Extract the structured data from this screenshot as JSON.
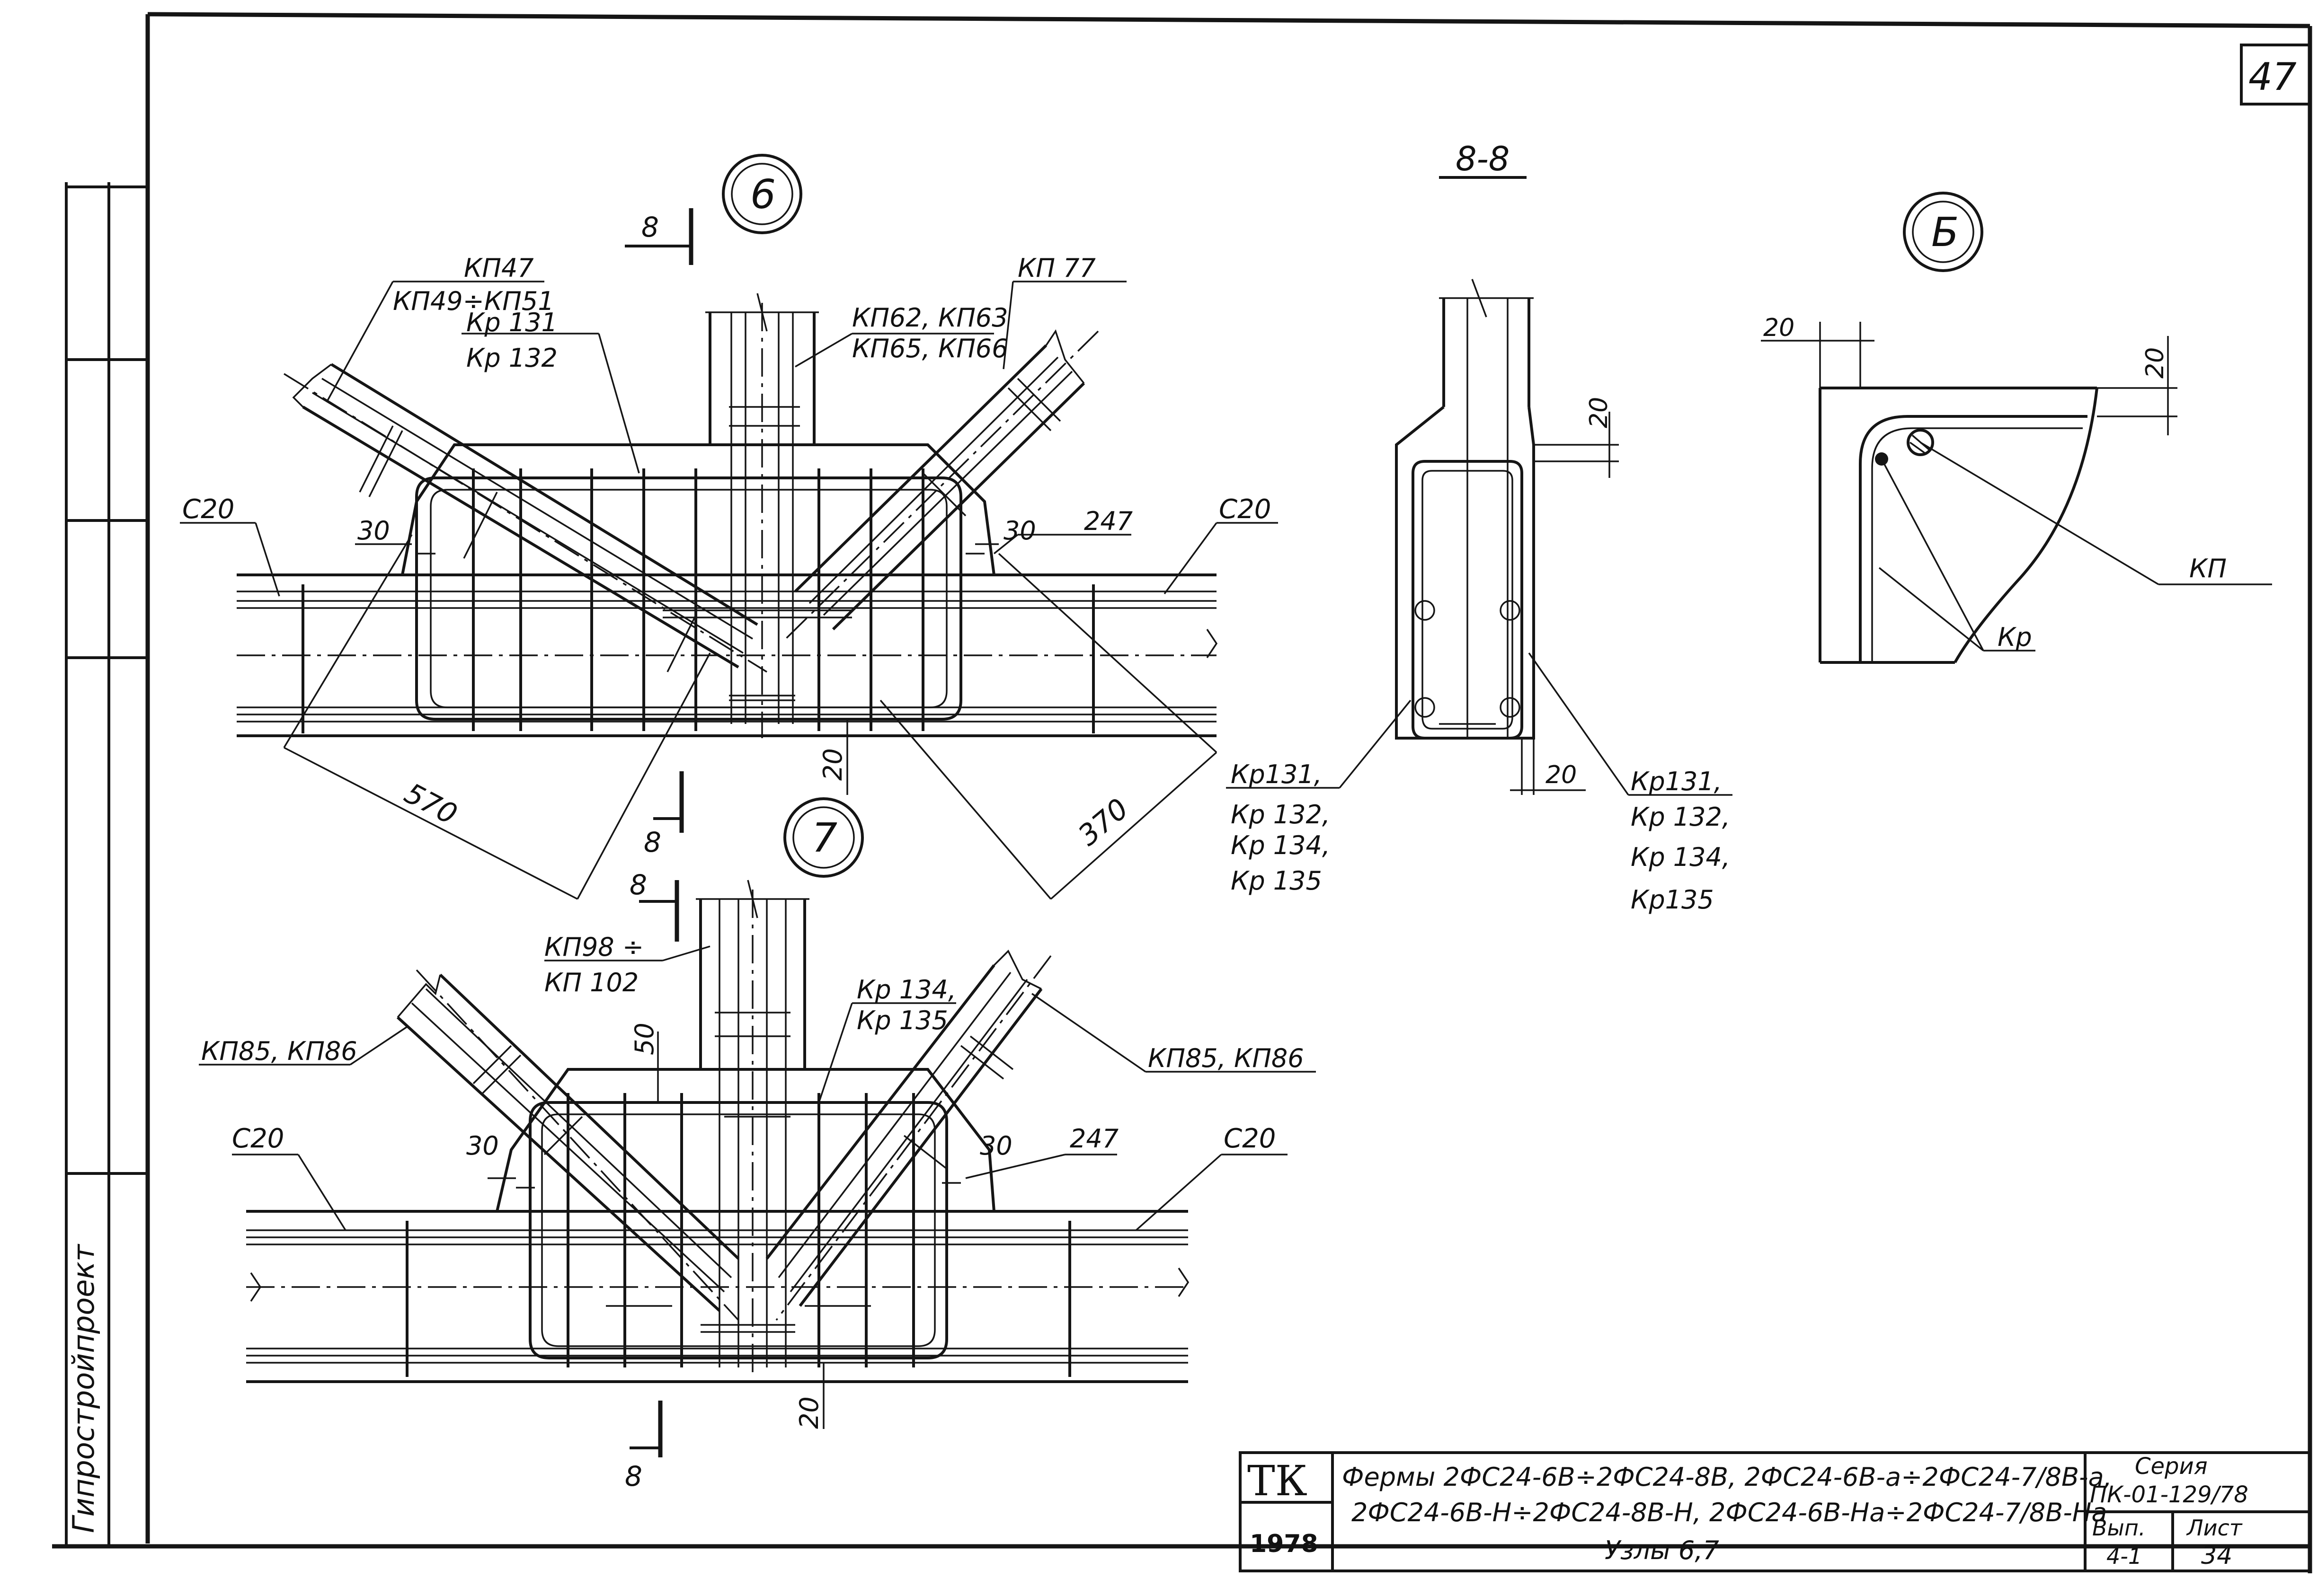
{
  "sheet_number": "47",
  "side_stamp": "Гипростройпроект",
  "views": {
    "node6": {
      "marker": "6"
    },
    "node7": {
      "marker": "7"
    },
    "section": {
      "title": "8-8"
    },
    "detailB": {
      "marker": "Б"
    }
  },
  "labels": {
    "kp47": "КП47",
    "kp49_51": "КП49÷КП51",
    "kr131": "Кр 131",
    "kr132": "Кр 132",
    "kp62_63": "КП62, КП63",
    "kp65_66": "КП65, КП66",
    "kp77": "КП 77",
    "c20_left_top": "С20",
    "c20_right_top": "С20",
    "dim30_left_top": "30",
    "dim30_right_top": "30",
    "dim247_top": "247",
    "dim20_node6": "20",
    "dim570": "570",
    "dim370": "370",
    "cut8_a": "8",
    "cut8_b": "8",
    "cut8_c": "8",
    "cut8_d": "8",
    "kp98_102_a": "КП98 ÷",
    "kp98_102_b": "КП 102",
    "kr134_135_a": "Кр 134,",
    "kr134_135_b": "Кр 135",
    "dim50": "50",
    "kp85_86_left": "КП85, КП86",
    "kp85_86_right": "КП85, КП86",
    "c20_left_bottom": "С20",
    "c20_right_bottom": "С20",
    "dim30_left_bottom": "30",
    "dim30_right_bottom": "30",
    "dim247_bottom": "247",
    "dim20_node7": "20",
    "sec_dim20_top": "20",
    "sec_dim20_bottom": "20",
    "sec_left_1": "Кр131,",
    "sec_left_2": "Кр 132,",
    "sec_left_3": "Кр 134,",
    "sec_left_4": "Кр 135",
    "sec_right_1": "Кр131,",
    "sec_right_2": "Кр 132,",
    "sec_right_3": "Кр 134,",
    "sec_right_4": "Кр135",
    "detail_dim20_h": "20",
    "detail_dim20_v": "20",
    "detail_kp": "КП",
    "detail_kr": "Кр"
  },
  "title_block": {
    "org": "ТК",
    "year": "1978",
    "line1": "Фермы 2ФС24-6В÷2ФС24-8В, 2ФС24-6В-а÷2ФС24-7/8В-а,",
    "line2": "2ФС24-6В-Н÷2ФС24-8В-Н, 2ФС24-6В-На÷2ФС24-7/8В-На",
    "line3": "Узлы 6,7",
    "series_label": "Серия",
    "series_value": "ПК-01-129/78",
    "issue_label": "Вып.",
    "issue_value": "4-1",
    "sheet_label": "Лист",
    "sheet_value": "34"
  }
}
